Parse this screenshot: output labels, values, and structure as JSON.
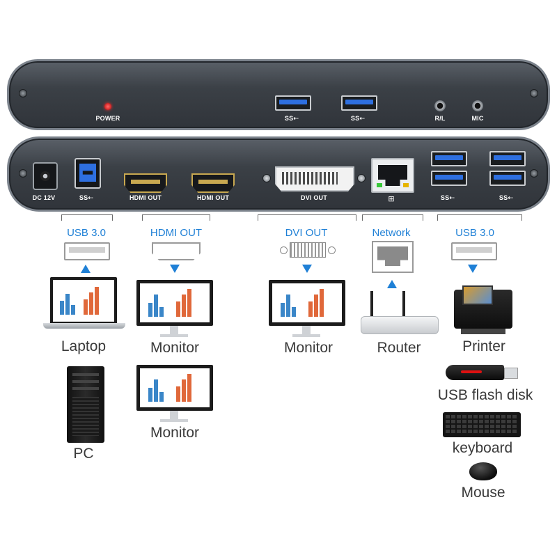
{
  "front_panel": {
    "power_label": "POWER",
    "usb_label_1": "SS⇠",
    "usb_label_2": "SS⇠",
    "audio_rl_label": "R/L",
    "mic_label": "MIC"
  },
  "back_panel": {
    "dc_label": "DC 12V",
    "usb_b_label": "SS⇠",
    "hdmi_1_label": "HDMI OUT",
    "hdmi_2_label": "HDMI OUT",
    "dvi_label": "DVI OUT",
    "usb_group_1_label": "SS⇠",
    "usb_group_2_label": "SS⇠"
  },
  "port_labels": {
    "usb_in": "USB 3.0",
    "hdmi_out": "HDMI OUT",
    "dvi_out": "DVI OUT",
    "network": "Network",
    "usb_out": "USB 3.0"
  },
  "devices": {
    "laptop": "Laptop",
    "monitor_1": "Monitor",
    "monitor_2": "Monitor",
    "monitor_3": "Monitor",
    "pc": "PC",
    "router": "Router",
    "printer": "Printer",
    "usb_flash": "USB flash disk",
    "keyboard": "keyboard",
    "mouse": "Mouse"
  },
  "colors": {
    "accent_blue": "#1f80d6",
    "usb_blue": "#2e6fe0",
    "hdmi_gold": "#c8a850",
    "power_led": "#e00000"
  }
}
